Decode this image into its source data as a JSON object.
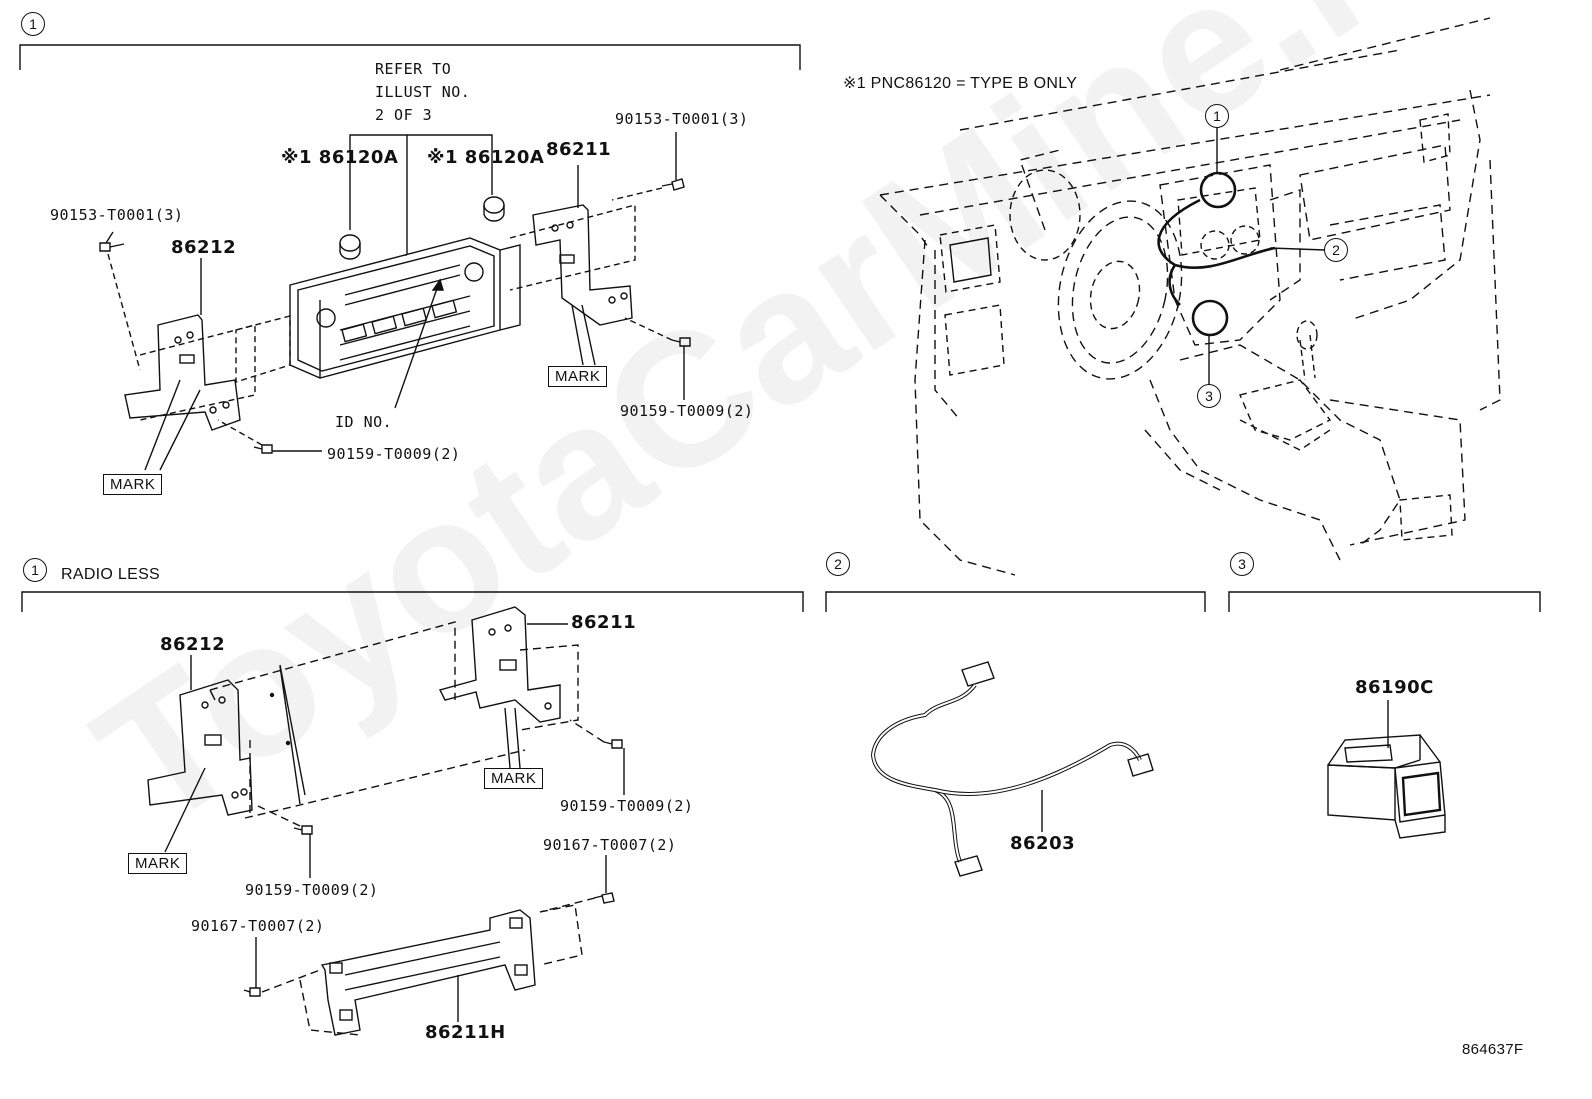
{
  "callouts": {
    "one": "1",
    "two": "2",
    "three": "3"
  },
  "refer_note": {
    "line1": "REFER TO",
    "line2": "ILLUST NO.",
    "line3": "2 OF 3"
  },
  "type_note": "※1 PNC86120 = TYPE B ONLY",
  "section_radio_less_label": "RADIO LESS",
  "mark_label": "MARK",
  "id_no_label": "ID NO.",
  "parts": {
    "p86120a_left": "※1 86120A",
    "p86120a_right": "※1 86120A",
    "p86211_top": "86211",
    "p86212_top": "86212",
    "screw_90153_left": "90153-T0001(3)",
    "screw_90153_right": "90153-T0001(3)",
    "screw_90159_top_right": "90159-T0009(2)",
    "screw_90159_top_bottom": "90159-T0009(2)",
    "p86212_bottom": "86212",
    "p86211_bottom": "86211",
    "screw_90159_bottom_right": "90159-T0009(2)",
    "screw_90159_bottom_left": "90159-T0009(2)",
    "screw_90167_right": "90167-T0007(2)",
    "screw_90167_left": "90167-T0007(2)",
    "p86211h": "86211H",
    "p86203": "86203",
    "p86190c": "86190C"
  },
  "figure_code": "864637F",
  "watermark": "ToyotaCarMine.ru"
}
